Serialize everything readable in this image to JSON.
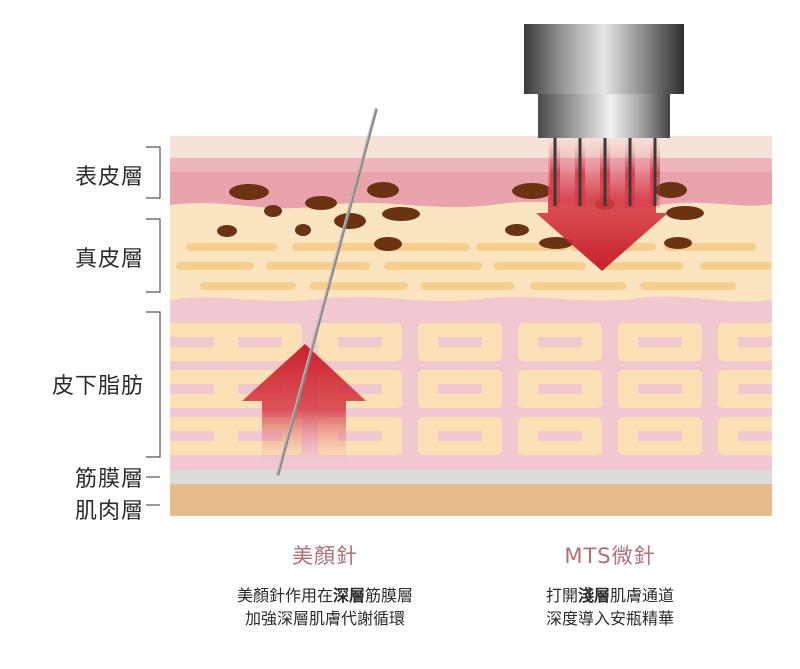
{
  "layers": {
    "epidermis": "表皮層",
    "dermis": "真皮層",
    "subcutaneous": "皮下脂肪",
    "fascia": "筋膜層",
    "muscle": "肌肉層"
  },
  "left_panel": {
    "title": "美顏針",
    "line1_pre": "美顏針作用在",
    "line1_bold": "深層",
    "line1_post": "筋膜層",
    "line2": "加強深層肌膚代謝循環"
  },
  "right_panel": {
    "title": "MTS微針",
    "line1_pre": "打開",
    "line1_bold": "淺層",
    "line1_post": "肌膚通道",
    "line2": "深度導入安瓶精華"
  },
  "colors": {
    "epidermis_top": "#f7e1d9",
    "epidermis": "#e9a3ad",
    "dermis": "#fbe5c0",
    "fat_bg": "#f1c8cf",
    "fat_cell": "#fbe1b5",
    "fascia": "#dcdcd8",
    "muscle": "#e6bc8c",
    "pigment": "#6b3312",
    "arrow_red": "#d0232f",
    "caption_title": "#b0707a"
  }
}
